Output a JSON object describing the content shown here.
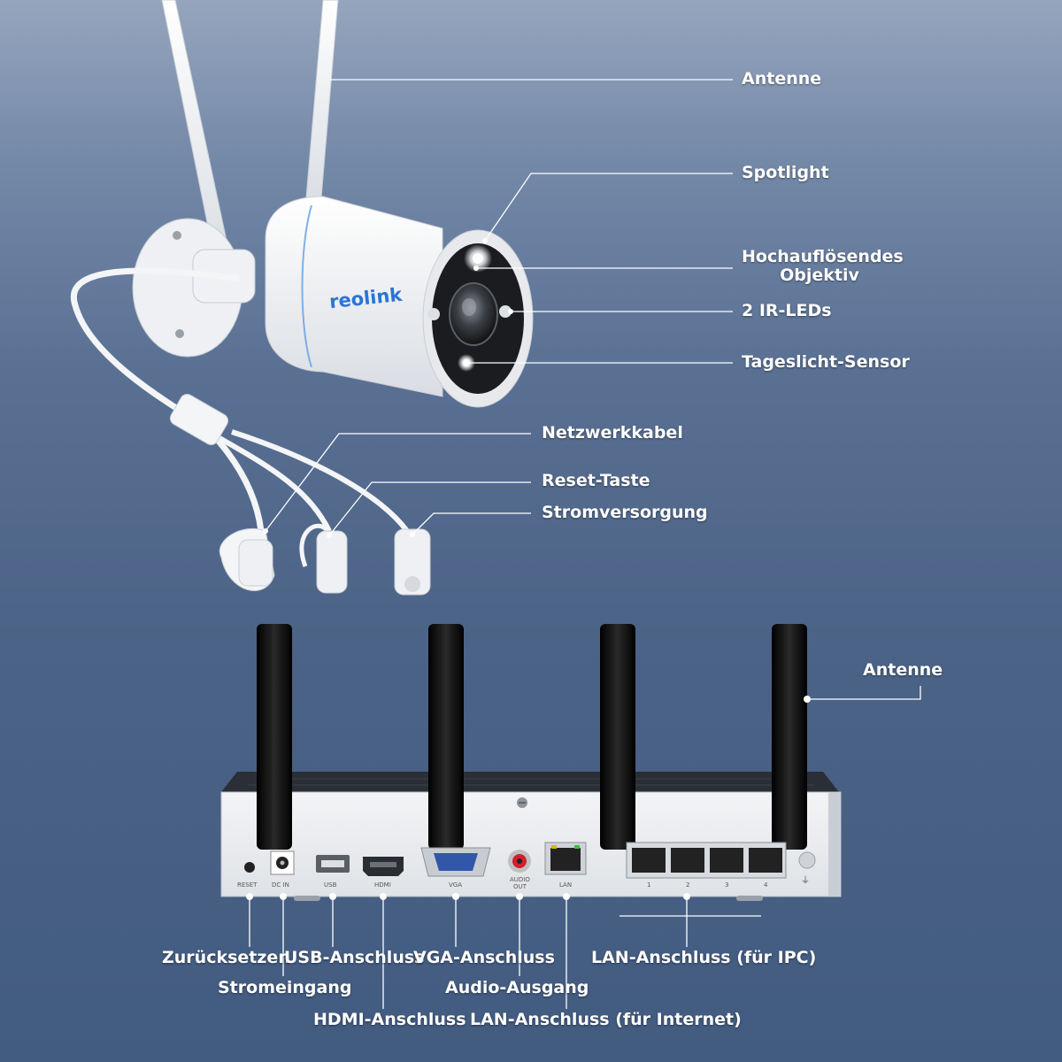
{
  "brand": "reolink",
  "camera_labels": {
    "antenna": "Antenne",
    "spotlight": "Spotlight",
    "lens_line1": "Hochauflösendes",
    "lens_line2": "Objektiv",
    "ir_leds": "2 IR-LEDs",
    "daylight_sensor": "Tageslicht-Sensor",
    "network_cable": "Netzwerkkabel",
    "reset_button": "Reset-Taste",
    "power_supply": "Stromversorgung"
  },
  "nvr_labels": {
    "antenna": "Antenne",
    "reset": "Zurücksetzen",
    "power_input": "Stromeingang",
    "usb": "USB-Anschluss",
    "hdmi": "HDMI-Anschluss",
    "vga": "VGA-Anschluss",
    "audio_out": "Audio-Ausgang",
    "lan_internet": "LAN-Anschluss (für Internet)",
    "lan_ipc": "LAN-Anschluss (für IPC)"
  },
  "port_prints": {
    "reset": "RESET",
    "dc_in": "DC IN",
    "usb": "USB",
    "hdmi": "HDMI",
    "vga": "VGA",
    "audio_line1": "AUDIO",
    "audio_line2": "OUT",
    "lan": "LAN",
    "poe_ports": [
      "1",
      "2",
      "3",
      "4"
    ]
  },
  "colors": {
    "label_text": "#ffffff",
    "leader_line": "#ffffff",
    "camera_body": "#f4f5f7",
    "brand_blue": "#2b74d6",
    "nvr_panel": "#eceef1",
    "nvr_top": "#2a2f37",
    "antenna_black": "#111111"
  }
}
